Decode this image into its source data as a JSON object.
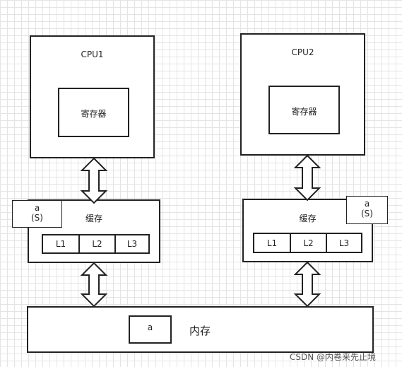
{
  "cpu1": {
    "title": "CPU1",
    "register": "寄存器"
  },
  "cpu2": {
    "title": "CPU2",
    "register": "寄存器"
  },
  "cache1": {
    "title": "缓存",
    "levels": [
      "L1",
      "L2",
      "L3"
    ],
    "tag_var": "a",
    "tag_state": "(S)"
  },
  "cache2": {
    "title": "缓存",
    "levels": [
      "L1",
      "L2",
      "L3"
    ],
    "tag_var": "a",
    "tag_state": "(S)"
  },
  "memory": {
    "title": "内存",
    "var": "a"
  },
  "watermark": "CSDN @内卷来先止境",
  "colors": {
    "stroke": "#222222",
    "grid": "#e4e4e4"
  }
}
